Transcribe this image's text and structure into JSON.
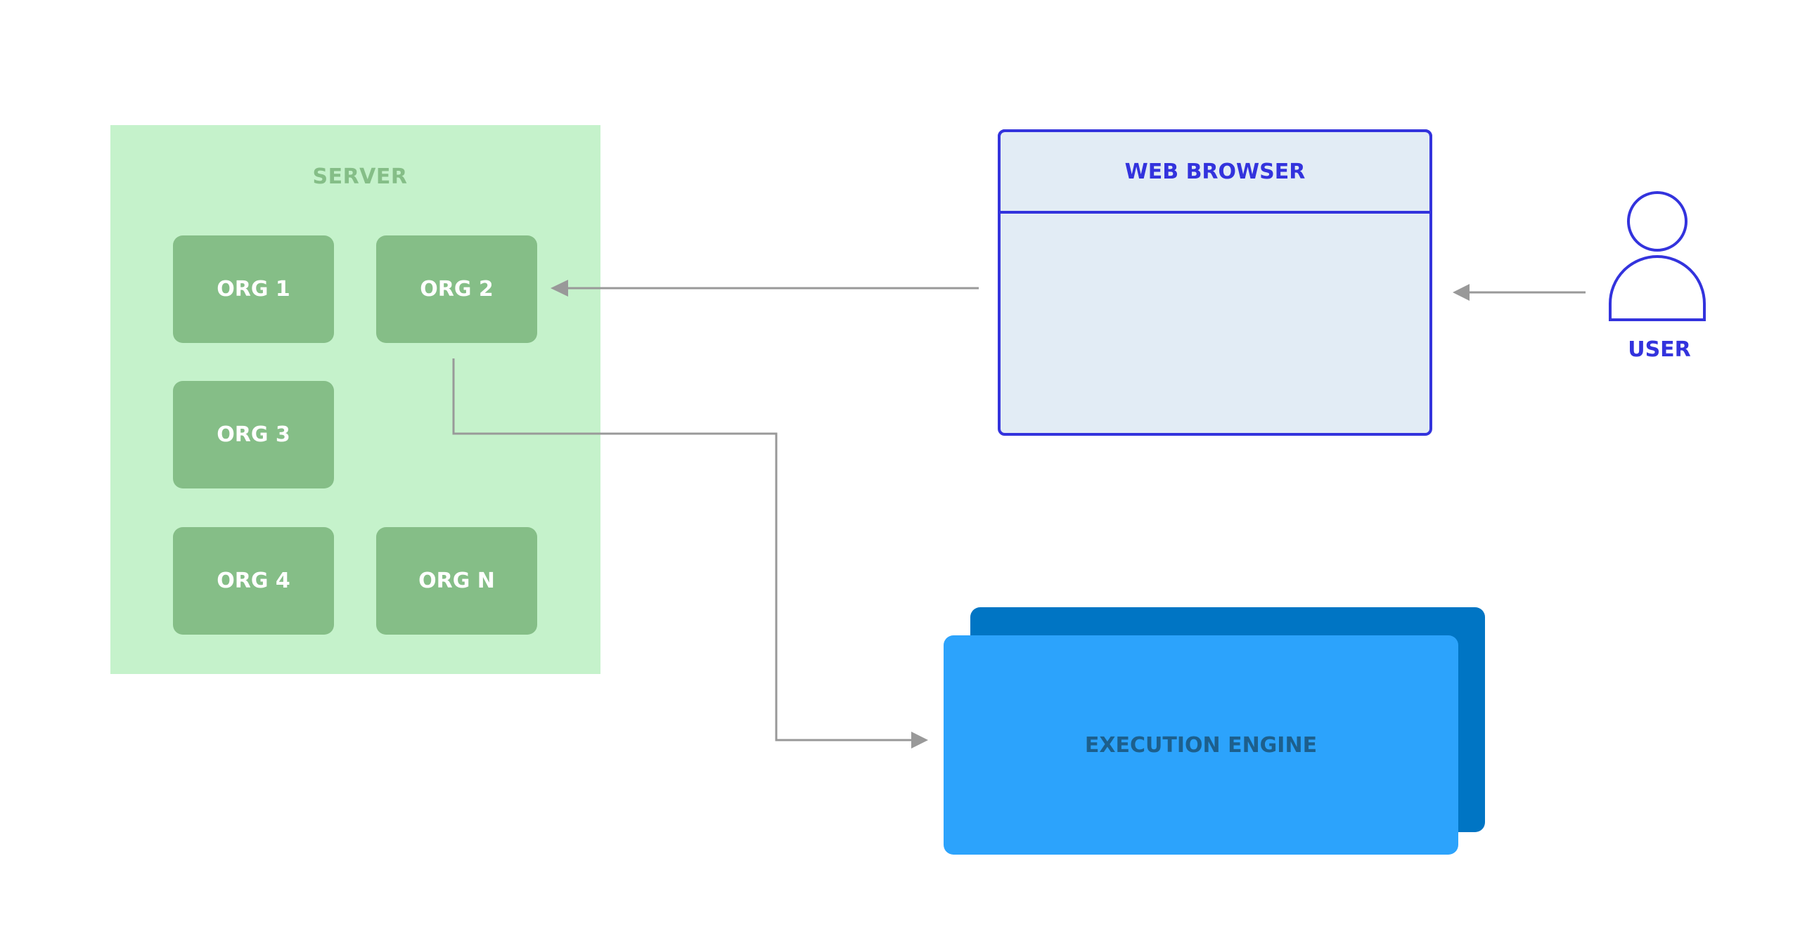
{
  "server": {
    "title": "SERVER",
    "orgs": [
      "ORG 1",
      "ORG 2",
      "ORG 3",
      "ORG 4",
      "ORG N"
    ]
  },
  "browser": {
    "title": "WEB BROWSER"
  },
  "user": {
    "label": "USER"
  },
  "engine": {
    "label": "EXECUTION ENGINE"
  },
  "colors": {
    "server_bg": "#c5f2cb",
    "org_fill": "#85be87",
    "browser_border": "#3333dd",
    "browser_fill": "#e2ecf5",
    "engine_front": "#2ca3fc",
    "engine_back": "#0075c4",
    "connector": "#999999"
  },
  "icons": {
    "user": "person-icon"
  }
}
